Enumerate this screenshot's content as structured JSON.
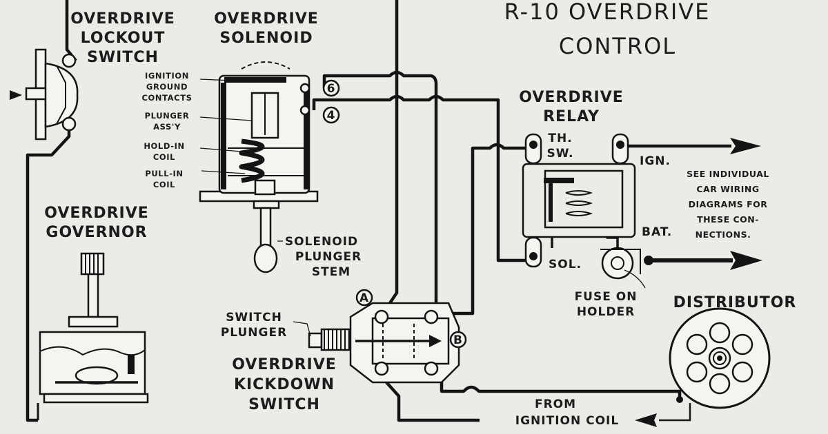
{
  "title": [
    "R-10 OVERDRIVE",
    "CONTROL"
  ],
  "lockout_switch": [
    "OVERDRIVE",
    "LOCKOUT",
    "SWITCH"
  ],
  "solenoid": [
    "OVERDRIVE",
    "SOLENOID"
  ],
  "solenoid_parts": {
    "ignition_ground_contacts": [
      "IGNITION",
      "GROUND",
      "CONTACTS"
    ],
    "plunger_assy": [
      "PLUNGER",
      "ASS'Y"
    ],
    "hold_in_coil": [
      "HOLD-IN",
      "COIL"
    ],
    "pull_in_coil": [
      "PULL-IN",
      "COIL"
    ],
    "plunger_stem": [
      "SOLENOID",
      "PLUNGER",
      "STEM"
    ]
  },
  "terminals": {
    "six": "6",
    "four": "4",
    "a": "A",
    "b": "B"
  },
  "governor": [
    "OVERDRIVE",
    "GOVERNOR"
  ],
  "relay": [
    "OVERDRIVE",
    "RELAY"
  ],
  "relay_terminals": {
    "th_sw": [
      "TH.",
      "SW."
    ],
    "ign": "IGN.",
    "bat": "BAT.",
    "sol": "SOL."
  },
  "note": [
    "SEE INDIVIDUAL",
    "CAR WIRING",
    "DIAGRAMS FOR",
    "THESE CON-",
    "NECTIONS."
  ],
  "fuse": [
    "FUSE ON",
    "HOLDER"
  ],
  "distributor": "DISTRIBUTOR",
  "switch_plunger": [
    "SWITCH",
    "PLUNGER"
  ],
  "kickdown": [
    "OVERDRIVE",
    "KICKDOWN",
    "SWITCH"
  ],
  "from_coil": [
    "FROM",
    "IGNITION COIL"
  ],
  "colors": {
    "ink": "#141414",
    "paper": "#ebebe7"
  }
}
